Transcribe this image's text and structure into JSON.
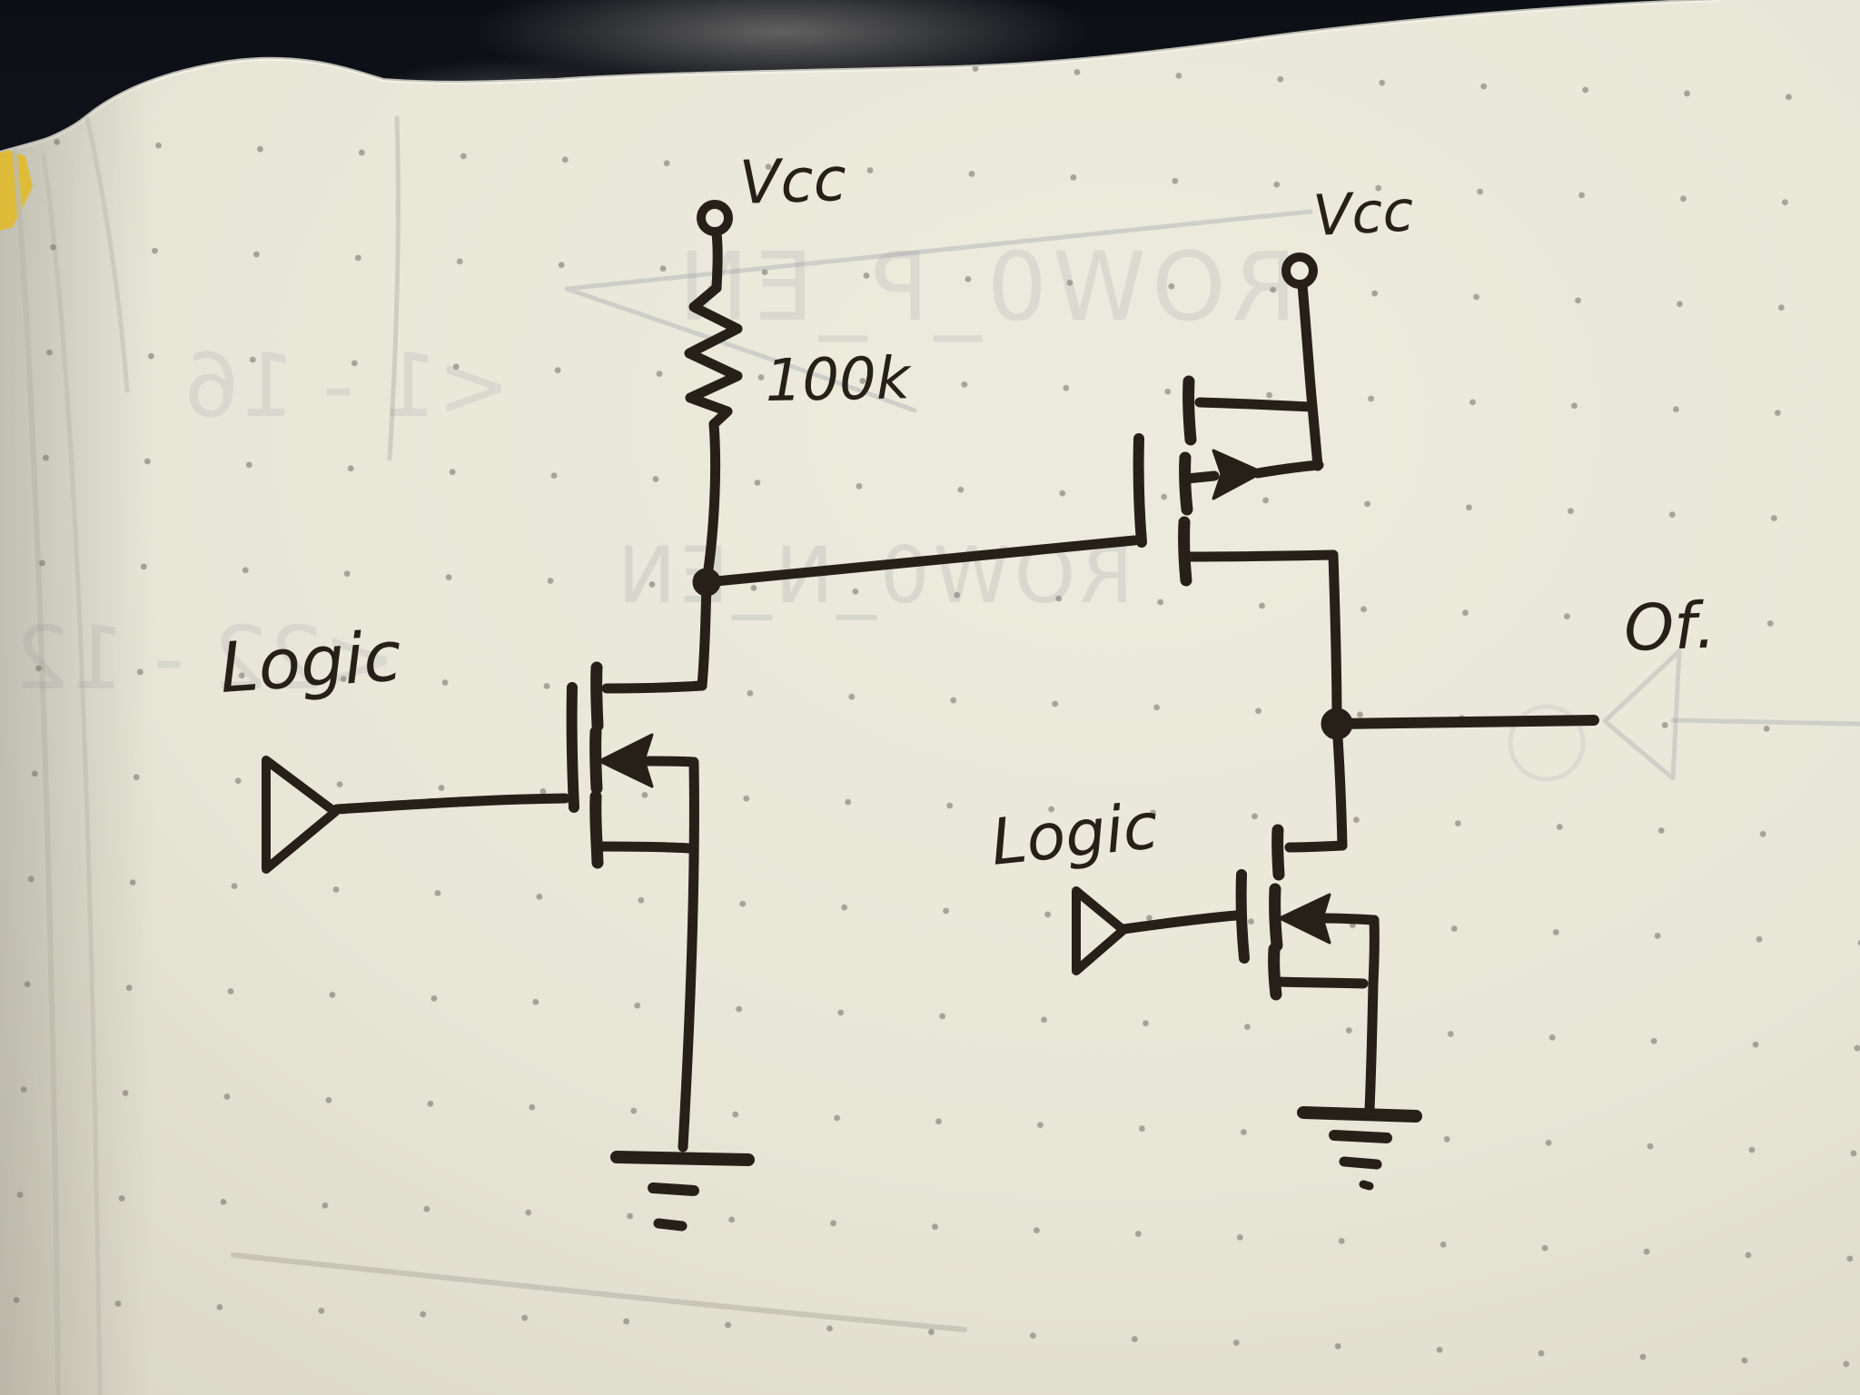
{
  "scene": {
    "kind": "hand-drawn MOSFET circuit schematic in black marker on a dot-grid notebook page photographed on a dark desk"
  },
  "labels": {
    "vcc_left": "Vcc",
    "resistor_value": "100k",
    "logic_left": "Logic",
    "vcc_right": "Vcc",
    "logic_right": "Logic",
    "output": "Of."
  },
  "ghost_bleedthrough": {
    "mirrored": true,
    "row0_p_en": "ROW0_P_EN",
    "row0_n_en": "ROW0_N_EN",
    "range_1": "<1 - 16",
    "range_2": "<22 - 12"
  },
  "circuit": {
    "components": [
      {
        "name": "vcc-terminal-left",
        "type": "supply terminal (open circle)",
        "label": "Vcc"
      },
      {
        "name": "pullup-resistor",
        "type": "resistor",
        "value": "100k",
        "from": "Vcc left terminal",
        "to": "node A"
      },
      {
        "name": "input-buffer-left",
        "type": "buffer triangle",
        "input_label": "Logic"
      },
      {
        "name": "nmos-left",
        "type": "NMOS, body arrow pointing into channel",
        "gate": "left Logic buffer",
        "drain": "node A",
        "source_and_body": "ground"
      },
      {
        "name": "pmos-right",
        "type": "PMOS, body arrow pointing out of channel",
        "gate": "node A",
        "source_and_body": "Vcc right terminal",
        "drain": "output node"
      },
      {
        "name": "input-buffer-right",
        "type": "buffer triangle",
        "input_label": "Logic"
      },
      {
        "name": "nmos-right",
        "type": "NMOS, body arrow pointing into channel",
        "gate": "right Logic buffer",
        "drain": "output node",
        "source_and_body": "ground"
      },
      {
        "name": "output-wire",
        "type": "wire from output node to label",
        "label": "Of."
      }
    ],
    "junction_dots": 2,
    "ground_symbols": 2
  },
  "colors": {
    "ink": "#272019",
    "paper": "#e9e7d8",
    "desk": "#141720",
    "pencil_ghost": "#8b93a2",
    "page_edge_yellow": "#e0bb2e"
  }
}
